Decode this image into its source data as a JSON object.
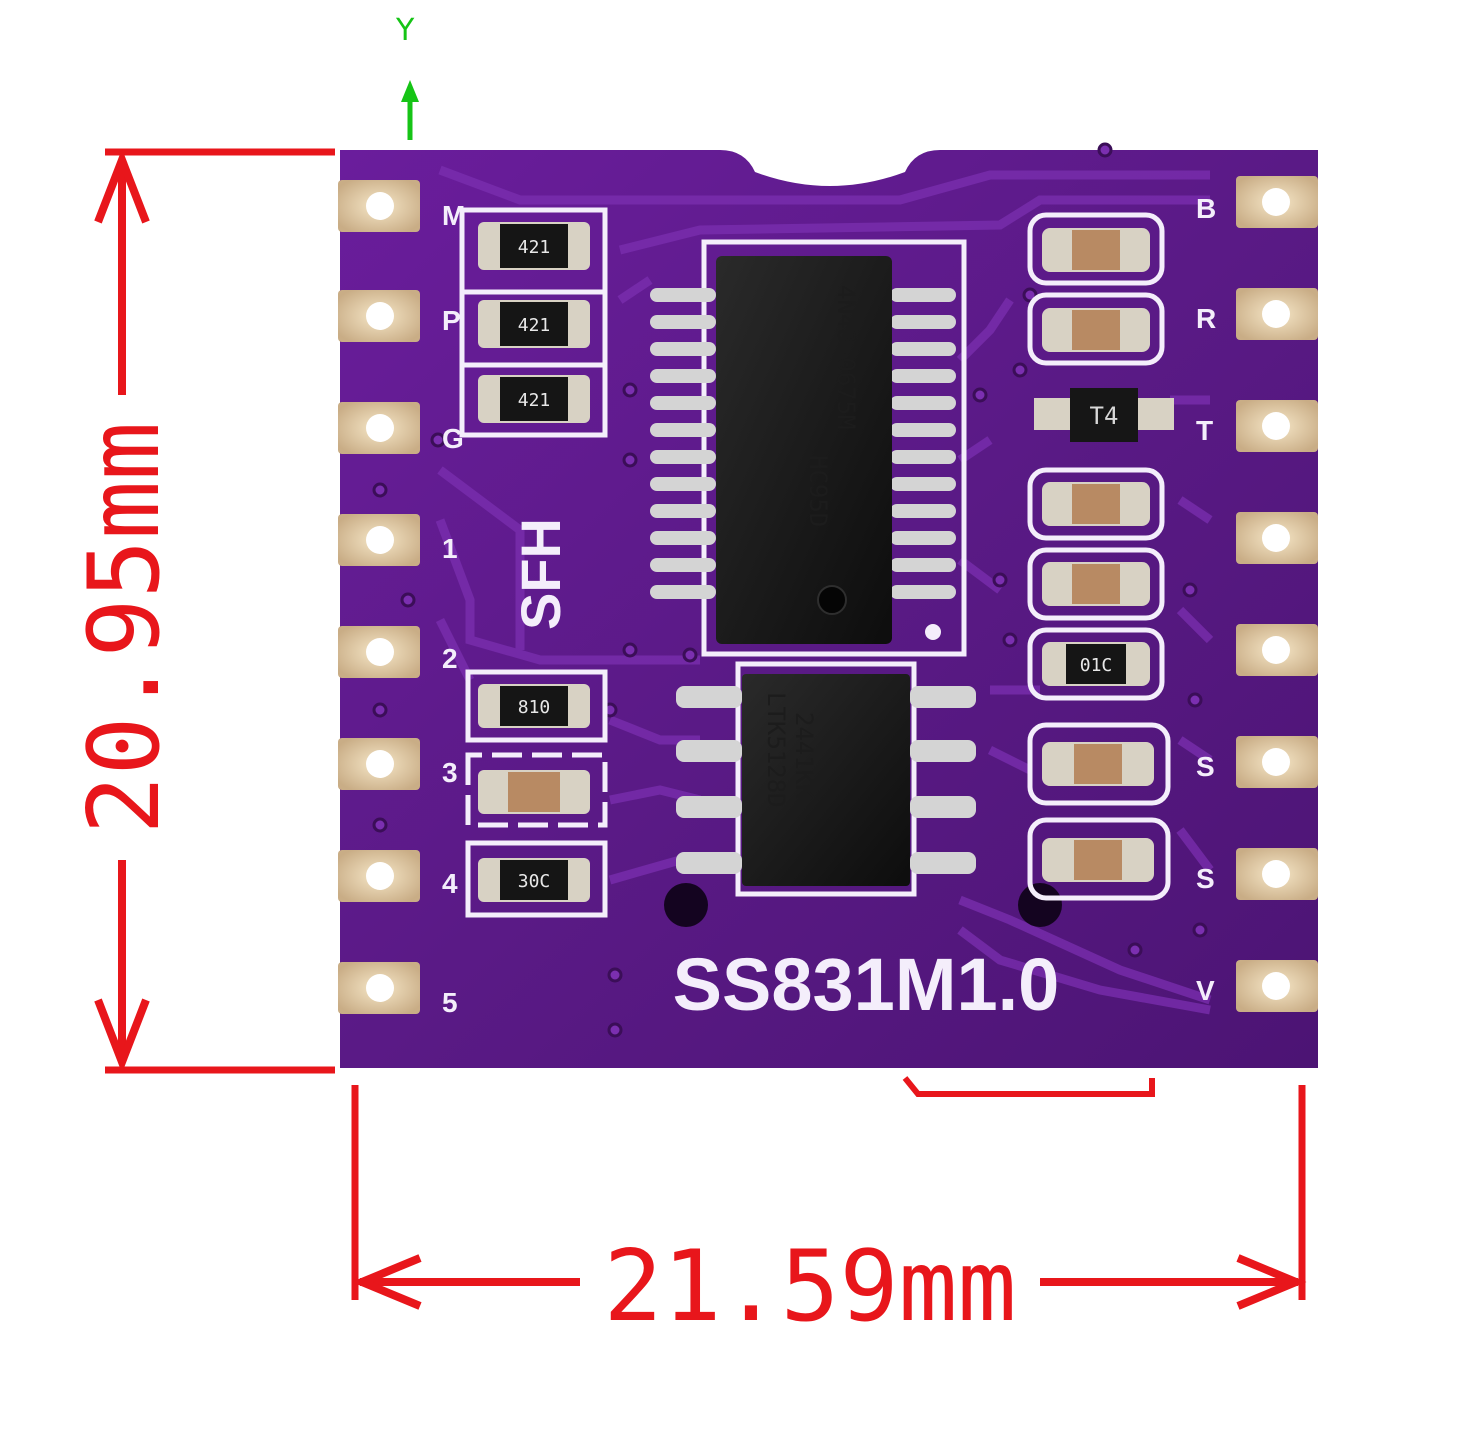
{
  "axis": {
    "label": "Y",
    "color": "#16c416"
  },
  "dimensions": {
    "height": {
      "text": "20.95mm"
    },
    "width": {
      "text": "21.59mm"
    },
    "color": "#e8161b"
  },
  "board": {
    "name": "SS831M1.0",
    "logo": "SFH",
    "color": "#5a1a86",
    "left_pins": [
      "M",
      "P",
      "G",
      "1",
      "2",
      "3",
      "4",
      "5"
    ],
    "right_pins": [
      "B",
      "R",
      "T",
      "",
      "",
      "S",
      "S",
      "V"
    ]
  },
  "components": {
    "resistors_top_left": [
      "421",
      "421",
      "421"
    ],
    "resistors_bottom_left": [
      "810",
      "",
      "30C"
    ],
    "right_column": [
      "",
      "",
      "T4",
      "",
      "",
      "01C",
      "",
      ""
    ],
    "ic_large_marking": [
      "4N48-0675M",
      "HC95D"
    ],
    "ic_small_marking": [
      "LTK5128D",
      "2441KK"
    ]
  }
}
